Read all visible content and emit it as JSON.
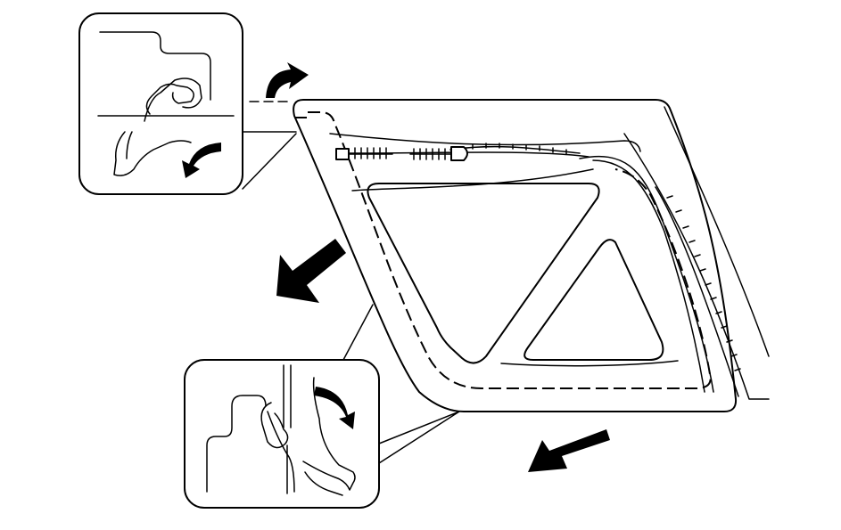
{
  "diagram": {
    "description_visible_text": [],
    "colors": {
      "line": "#000000",
      "background": "#ffffff"
    },
    "parts": [
      "quarter-window-panel",
      "window-opening-large",
      "window-opening-small",
      "zipper",
      "top-detail-inset",
      "bottom-detail-inset",
      "removal-arrow-large",
      "removal-arrow-bottom",
      "peel-arrow-top",
      "peel-arrow-inset-top",
      "peel-arrow-inset-bottom"
    ]
  }
}
